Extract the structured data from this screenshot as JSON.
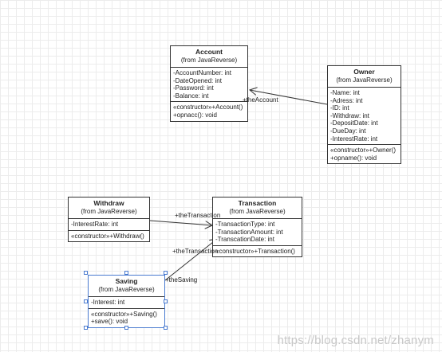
{
  "classes": {
    "account": {
      "name": "Account",
      "stereotype": "(from JavaReverse)",
      "attributes": [
        "-AccountNumber: int",
        "-DateOpened: int",
        "-Password: int",
        "-Balance: int"
      ],
      "operations": [
        "«constructor»+Account()",
        "+opnacc(): void"
      ]
    },
    "owner": {
      "name": "Owner",
      "stereotype": "(from JavaReverse)",
      "attributes": [
        "-Name: int",
        "-Adress: int",
        "-ID: int",
        "-Withdraw: int",
        "-DepositDate: int",
        "-DueDay: int",
        "-InterestRate: int"
      ],
      "operations": [
        "«constructor»+Owner()",
        "+opname(): void"
      ]
    },
    "withdraw": {
      "name": "Withdraw",
      "stereotype": "(from JavaReverse)",
      "attributes": [
        "-InterestRate: int"
      ],
      "operations": [
        "«constructor»+Withdraw()"
      ]
    },
    "transaction": {
      "name": "Transaction",
      "stereotype": "(from JavaReverse)",
      "attributes": [
        "-TransactionType: int",
        "-TransactionAmount: int",
        "-TranscationDate: int"
      ],
      "operations": [
        "«constructor»+Transaction()"
      ]
    },
    "saving": {
      "name": "Saving",
      "stereotype": "(from JavaReverse)",
      "attributes": [
        "-Interest: int"
      ],
      "operations": [
        "«constructor»+Saving()",
        "+save(): void"
      ]
    }
  },
  "relations": {
    "owner_account": "+theAccount",
    "withdraw_transaction": "+theTransaction",
    "saving_transaction_target": "+theTransaction",
    "saving_transaction_source": "+theSaving"
  },
  "watermark": "https://blog.csdn.net/zhanym"
}
